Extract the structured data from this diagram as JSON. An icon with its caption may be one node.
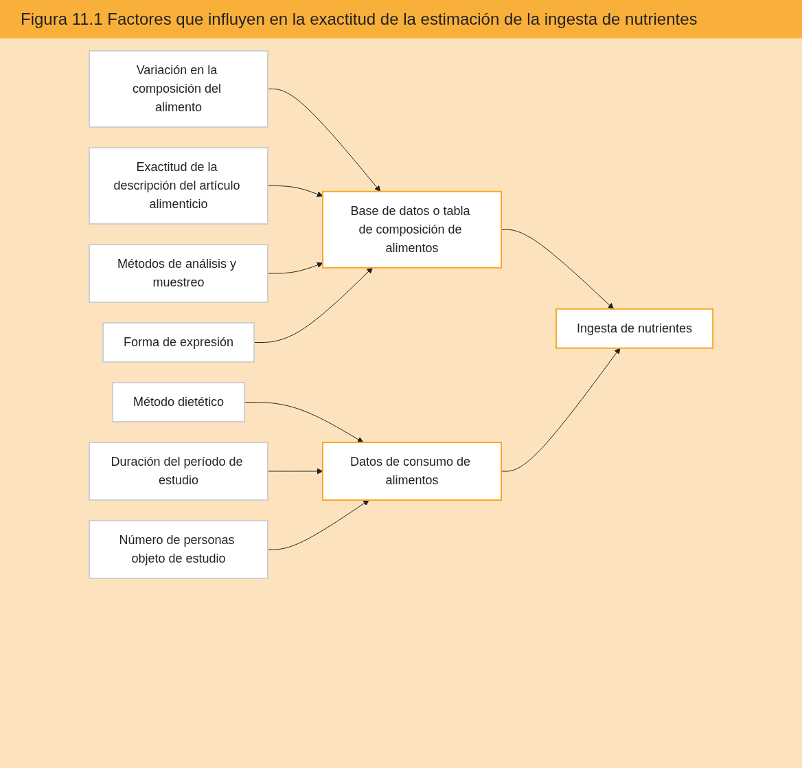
{
  "diagram": {
    "title": "Figura 11.1 Factores que influyen en la exactitud de la estimación de la ingesta de nutrientes",
    "nodes": [
      {
        "text": [
          "Variación en la composición del alimento"
        ]
      },
      {
        "text": [
          "Exactitud de la descripción del artículo alimenticio"
        ]
      },
      {
        "text": [
          "Métodos de análisis y muestreo"
        ]
      },
      {
        "text": [
          "Forma de expresión"
        ]
      },
      {
        "text": [
          "Método dietético"
        ]
      },
      {
        "text": [
          "Duración del período de estudio"
        ]
      },
      {
        "text": [
          "Número de personas objeto de estudio"
        ]
      },
      {
        "text": [
          "Base de datos o tabla de composición de alimentos"
        ]
      },
      {
        "text": [
          "Datos de consumo de alimentos"
        ]
      },
      {
        "text": [
          "Ingesta de nutrientes"
        ]
      }
    ],
    "edges": [
      {
        "from": 0,
        "to": 7,
        "arrow": "to"
      },
      {
        "from": 1,
        "to": 7,
        "arrow": "to"
      },
      {
        "from": 2,
        "to": 7,
        "arrow": "to"
      },
      {
        "from": 3,
        "to": 7,
        "arrow": "to"
      },
      {
        "from": 4,
        "to": 8,
        "arrow": "to"
      },
      {
        "from": 5,
        "to": 8,
        "arrow": "to"
      },
      {
        "from": 6,
        "to": 8,
        "arrow": "to"
      },
      {
        "from": 7,
        "to": 9,
        "arrow": "to"
      },
      {
        "from": 8,
        "to": 9,
        "arrow": "to"
      }
    ]
  }
}
